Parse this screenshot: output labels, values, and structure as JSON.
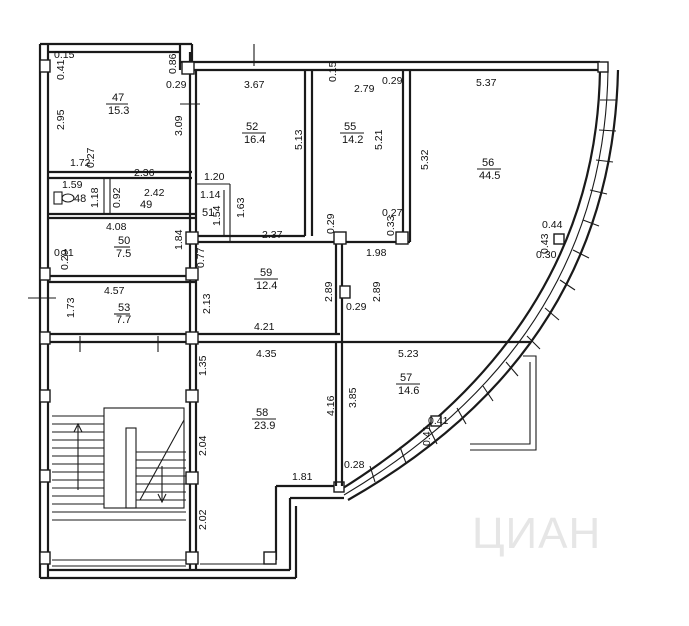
{
  "plan": {
    "rooms": [
      {
        "id": "room-47",
        "number": "47",
        "area": "15.3"
      },
      {
        "id": "room-48",
        "number": "48",
        "area": ""
      },
      {
        "id": "room-49",
        "number": "49",
        "area": ""
      },
      {
        "id": "room-50",
        "number": "50",
        "area": "7.5"
      },
      {
        "id": "room-51",
        "number": "51",
        "area": ""
      },
      {
        "id": "room-52",
        "number": "52",
        "area": "16.4"
      },
      {
        "id": "room-53",
        "number": "53",
        "area": "7.7"
      },
      {
        "id": "room-55",
        "number": "55",
        "area": "14.2"
      },
      {
        "id": "room-56",
        "number": "56",
        "area": "44.5"
      },
      {
        "id": "room-57",
        "number": "57",
        "area": "14.6"
      },
      {
        "id": "room-58",
        "number": "58",
        "area": "23.9"
      },
      {
        "id": "room-59",
        "number": "59",
        "area": "12.4"
      }
    ],
    "dimensions": {
      "d_0_15": "0.15",
      "d_0_41": "0.41",
      "d_0_86": "0.86",
      "d_0_29a": "0.29",
      "d_2_95": "2.95",
      "d_3_09": "3.09",
      "d_3_67": "3.67",
      "d_0_15b": "0.15",
      "d_0_29b": "0.29",
      "d_2_79": "2.79",
      "d_5_37": "5.37",
      "d_5_13": "5.13",
      "d_5_21": "5.21",
      "d_5_32": "5.32",
      "d_1_72": "1.72",
      "d_0_27a": "0.27",
      "d_2_36": "2.36",
      "d_1_20": "1.20",
      "d_1_59": "1.59",
      "d_1_18": "1.18",
      "d_0_92": "0.92",
      "d_2_42": "2.42",
      "d_1_14": "1.14",
      "d_1_54": "1.54",
      "d_1_63": "1.63",
      "d_0_27b": "0.27",
      "d_0_29c": "0.29",
      "d_0_33": "0.33",
      "d_0_44": "0.44",
      "d_0_43": "0.43",
      "d_0_30": "0.30",
      "d_4_08": "4.08",
      "d_1_84": "1.84",
      "d_2_37": "2.37",
      "d_1_98": "1.98",
      "d_0_11": "0.11",
      "d_0_29d": "0.29",
      "d_0_77": "0.77",
      "d_4_57": "4.57",
      "d_2_13": "2.13",
      "d_2_89a": "2.89",
      "d_2_89b": "2.89",
      "d_0_29e": "0.29",
      "d_1_73": "1.73",
      "d_4_21": "4.21",
      "d_4_35": "4.35",
      "d_5_23": "5.23",
      "d_1_35": "1.35",
      "d_3_85": "3.85",
      "d_4_16": "4.16",
      "d_0_41b": "0.41",
      "d_0_41c": "0.41",
      "d_2_04": "2.04",
      "d_0_28": "0.28",
      "d_1_81": "1.81",
      "d_2_02": "2.02"
    },
    "watermark": "ЦИАН"
  }
}
